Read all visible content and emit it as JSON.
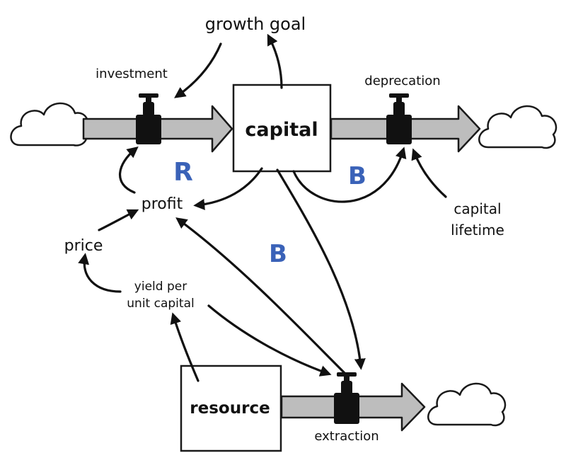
{
  "stocks": {
    "capital": "capital",
    "resource": "resource"
  },
  "flows": {
    "investment": "investment",
    "depreciation": "deprecation",
    "extraction": "extraction"
  },
  "variables": {
    "growth_goal": "growth goal",
    "profit": "profit",
    "price": "price",
    "yield_line1": "yield per",
    "yield_line2": "unit capital",
    "lifetime_line1": "capital",
    "lifetime_line2": "lifetime"
  },
  "loops": {
    "reinforcing": "R",
    "balancing_top": "B",
    "balancing_mid": "B"
  },
  "colors": {
    "loop_label": "#3a62b8",
    "pipe": "#bdbdbd",
    "ink": "#111111"
  },
  "icons": [
    "cloud-icon",
    "valve-icon",
    "arrowhead-icon"
  ]
}
